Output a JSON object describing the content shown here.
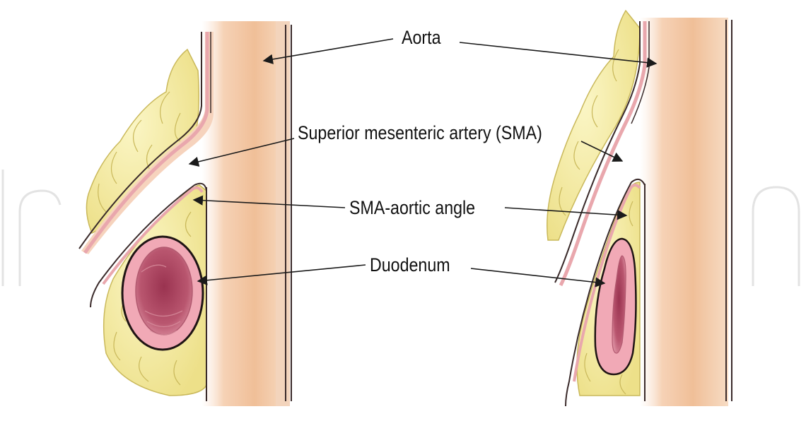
{
  "labels": {
    "aorta": "Aorta",
    "sma": "Superior mesenteric artery (SMA)",
    "sma_aortic_angle": "SMA-aortic angle",
    "duodenum": "Duodenum"
  },
  "colors": {
    "aorta_fill": "#f2c29e",
    "aorta_edge": "#f7dcc6",
    "vessel_wall": "#e9a7ad",
    "outline": "#3a2a2a",
    "fat": "#f4ec9a",
    "fat_edge": "#c9b85a",
    "duodenum_outer": "#f1a9b6",
    "duodenum_lumen": "#8c2c47",
    "arrow": "#1a1a1a"
  },
  "panels": [
    {
      "name": "left",
      "state": "normal angle"
    },
    {
      "name": "right",
      "state": "narrowed angle"
    }
  ]
}
